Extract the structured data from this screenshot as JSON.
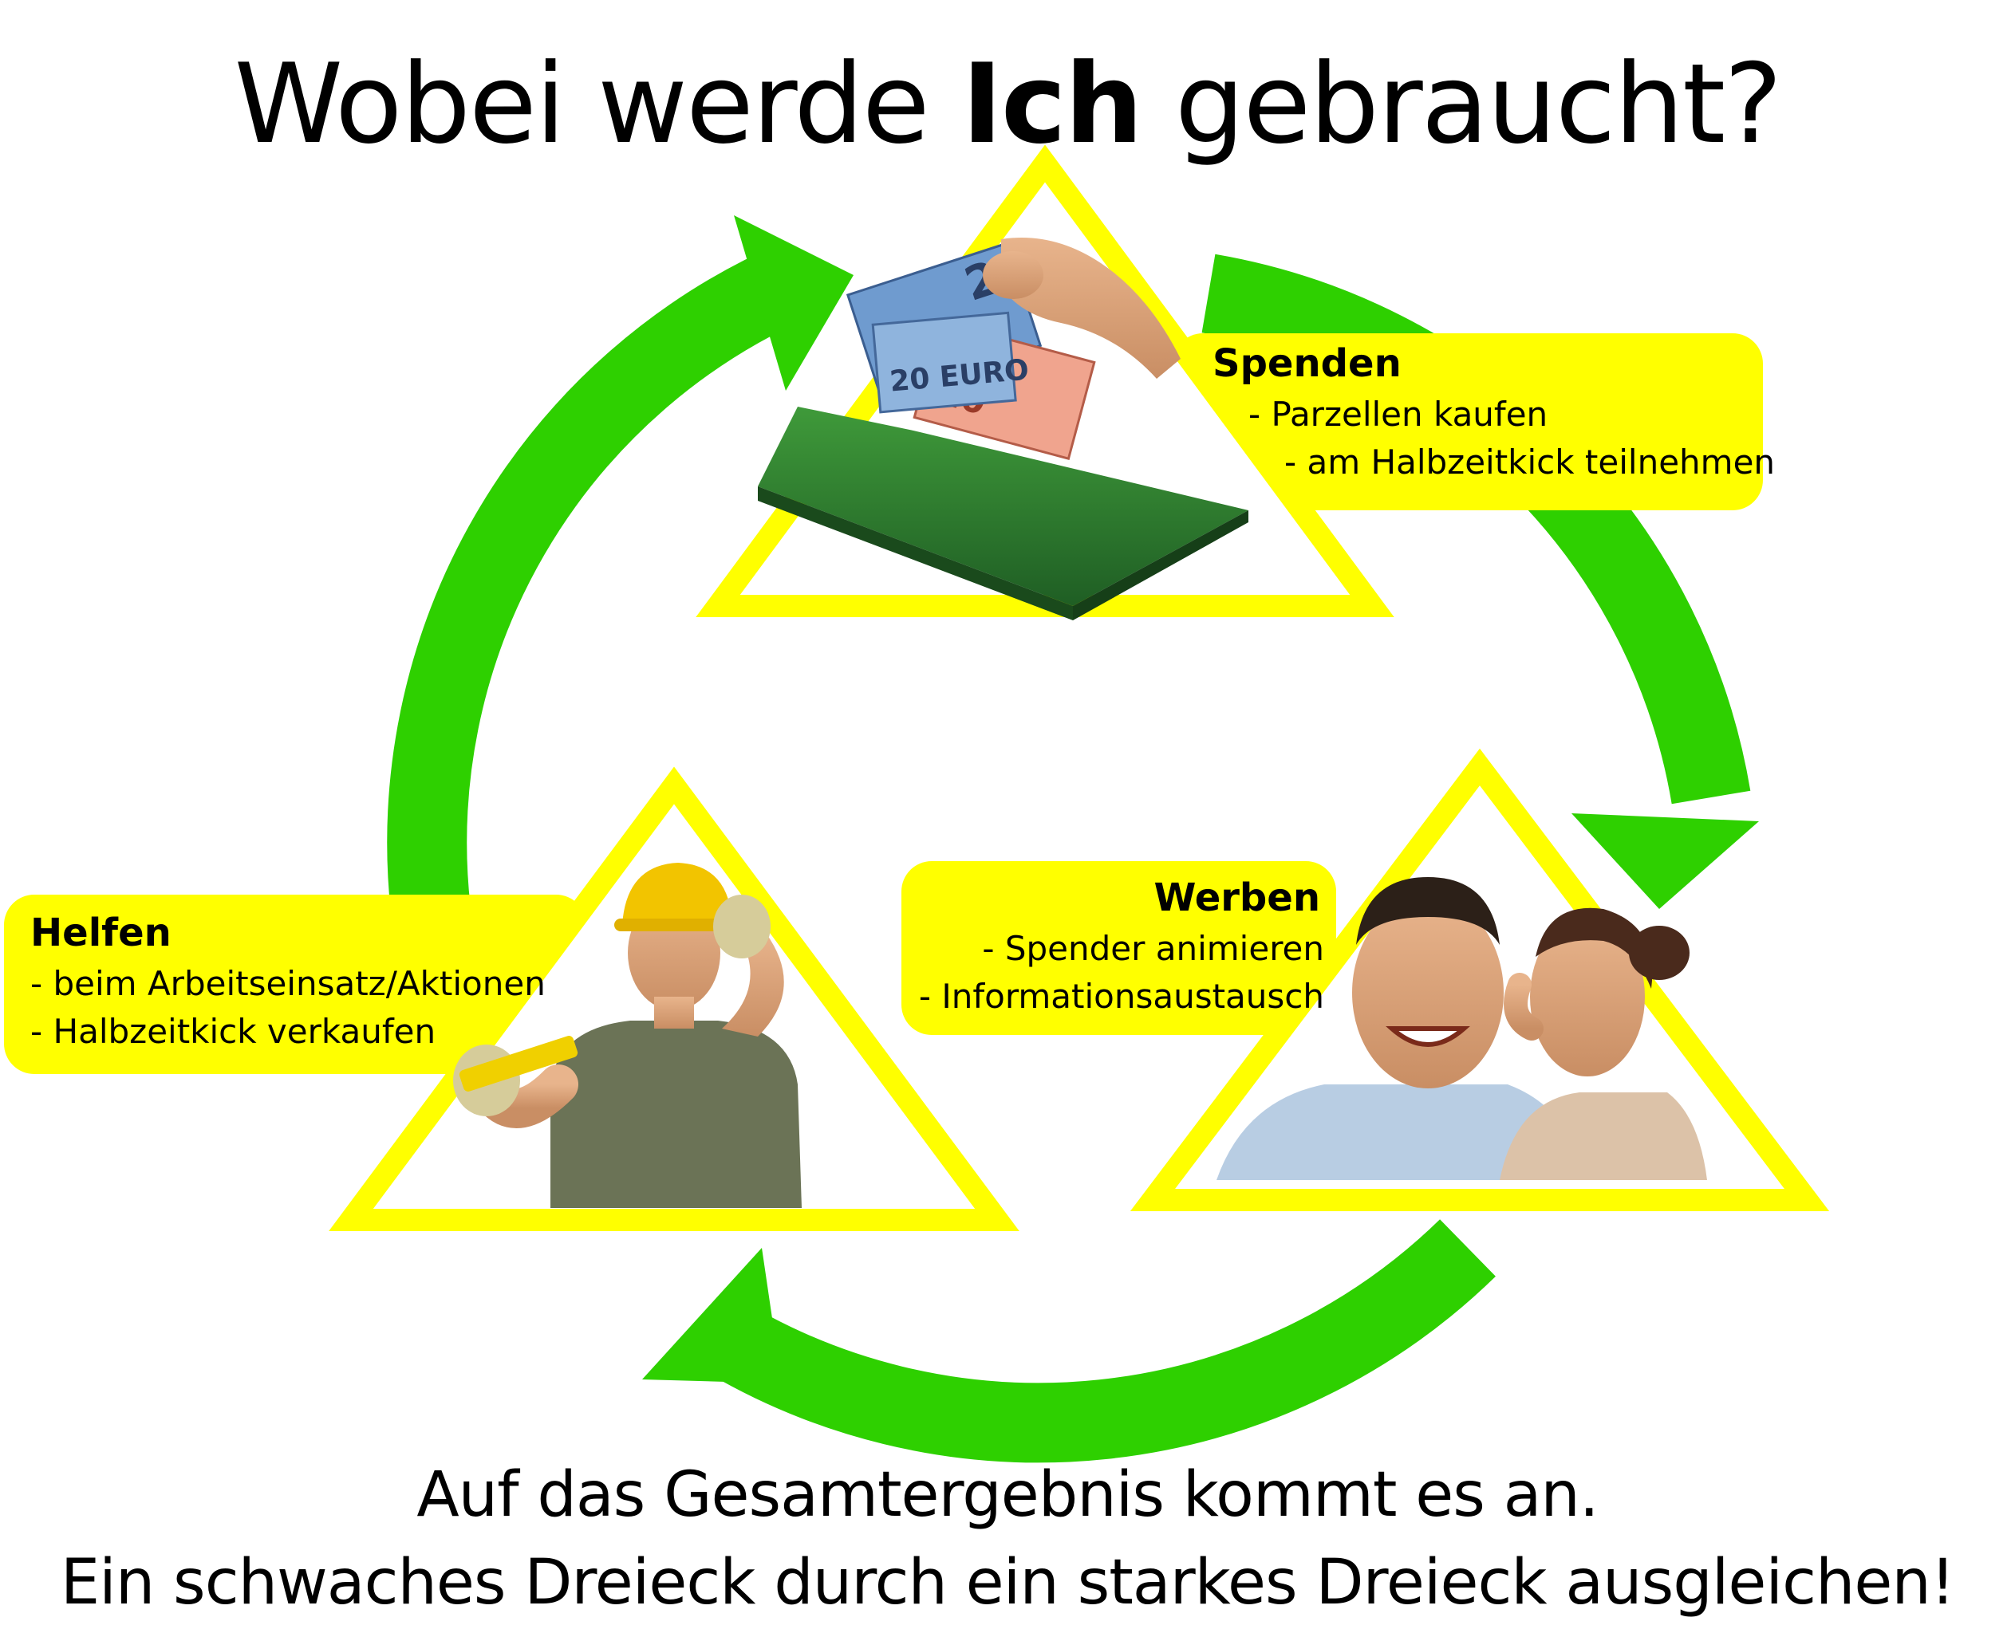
{
  "title": {
    "prefix": "Wobei werde ",
    "bold": "Ich",
    "suffix": " gebraucht?"
  },
  "spenden": {
    "heading": "Spenden",
    "items": [
      "- Parzellen kaufen",
      "- am Halbzeitkick teilnehmen"
    ]
  },
  "werben": {
    "heading": "Werben",
    "items": [
      "- Spender animieren",
      "- Informationsaustausch"
    ]
  },
  "helfen": {
    "heading": "Helfen",
    "items": [
      "- beim Arbeitseinsatz/Aktionen",
      "- Halbzeitkick verkaufen"
    ]
  },
  "footer": {
    "line1": "Auf das Gesamtergebnis kommt es an.",
    "line2": "Ein schwaches Dreieck durch ein starkes Dreieck ausgleichen!"
  },
  "colors": {
    "arrow": "#2ed000",
    "triangle": "#ffff00",
    "box": "#ffff00",
    "text": "#000000"
  },
  "icons": [
    "money-grass-photo",
    "construction-worker-photo",
    "whispering-couple-photo"
  ]
}
